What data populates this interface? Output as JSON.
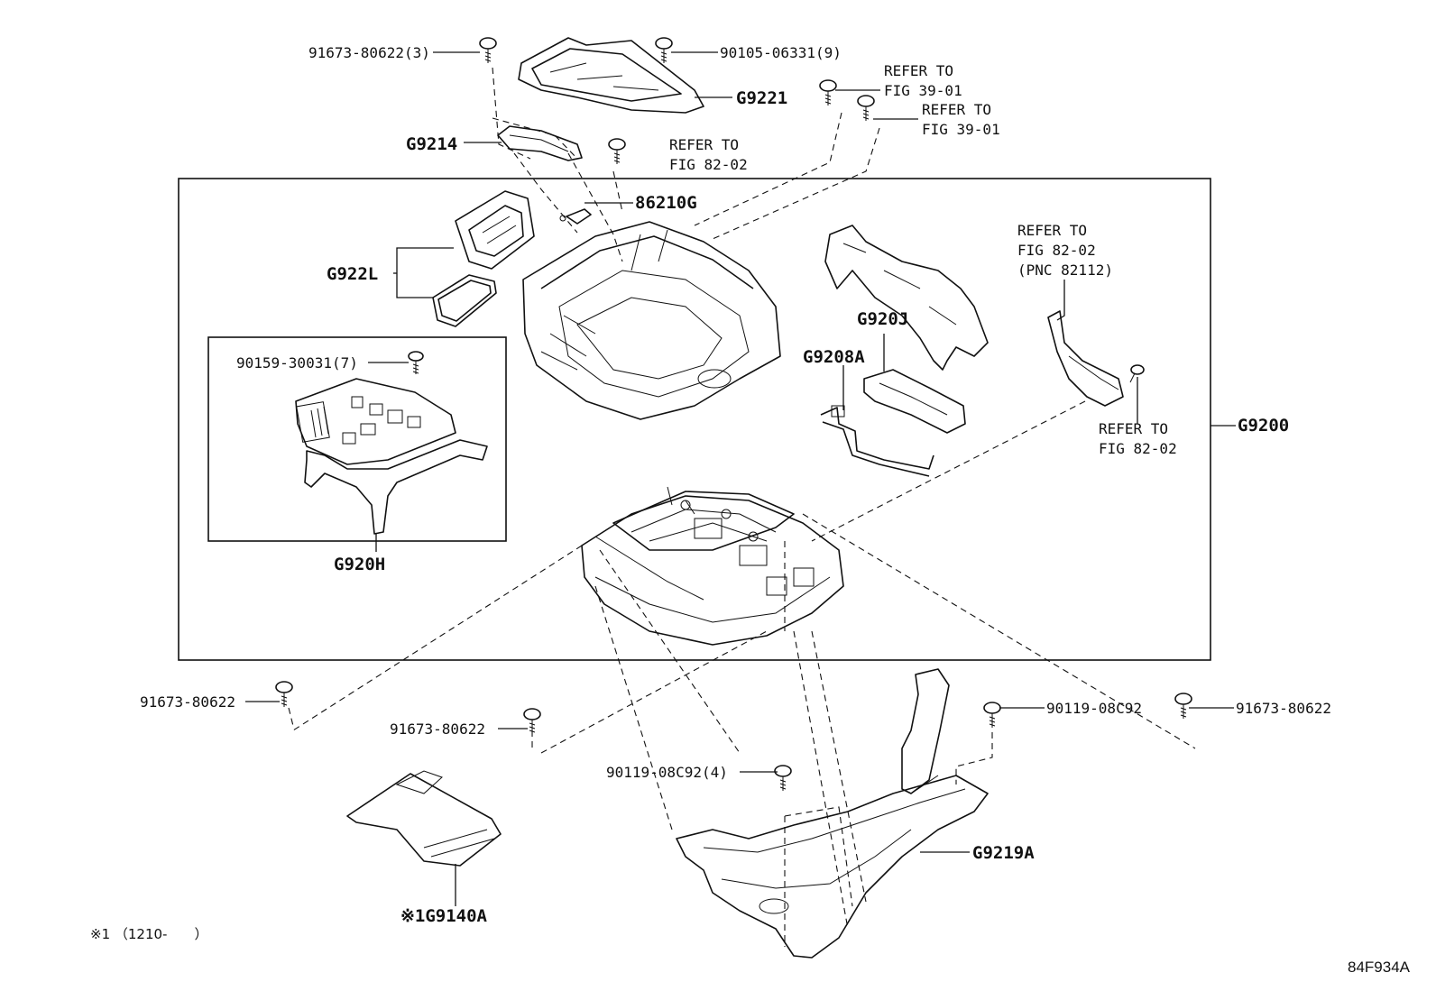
{
  "diagram_id": "84F934A",
  "footnote": "※1 （1210-　　）",
  "labels": {
    "p91673_3": "91673-80622(3)",
    "p90105": "90105-06331(9)",
    "g9221": "G9221",
    "ref39a_1": "REFER TO",
    "ref39a_2": "FIG 39-01",
    "ref39b_1": "REFER TO",
    "ref39b_2": "FIG 39-01",
    "g9214": "G9214",
    "ref82a_1": "REFER TO",
    "ref82a_2": "FIG 82-02",
    "p86210g": "86210G",
    "g922l": "G922L",
    "ref82b_1": "REFER TO",
    "ref82b_2": "FIG 82-02",
    "ref82b_3": "(PNC 82112)",
    "g920j": "G920J",
    "p90159": "90159-30031(7)",
    "g9208a": "G9208A",
    "ref82c_1": "REFER TO",
    "ref82c_2": "FIG 82-02",
    "g9200": "G9200",
    "g920h": "G920H",
    "p91673_l": "91673-80622",
    "p91673_m": "91673-80622",
    "p90119_r": "90119-08C92",
    "p91673_r": "91673-80622",
    "p90119_4": "90119-08C92(4)",
    "g9219a": "G9219A",
    "g9140a": "※1G9140A"
  },
  "icons": [
    "bolt-icon",
    "inverter-assembly-icon",
    "cover-icon",
    "bracket-icon",
    "gasket-icon",
    "circuit-board-icon",
    "shield-icon"
  ]
}
